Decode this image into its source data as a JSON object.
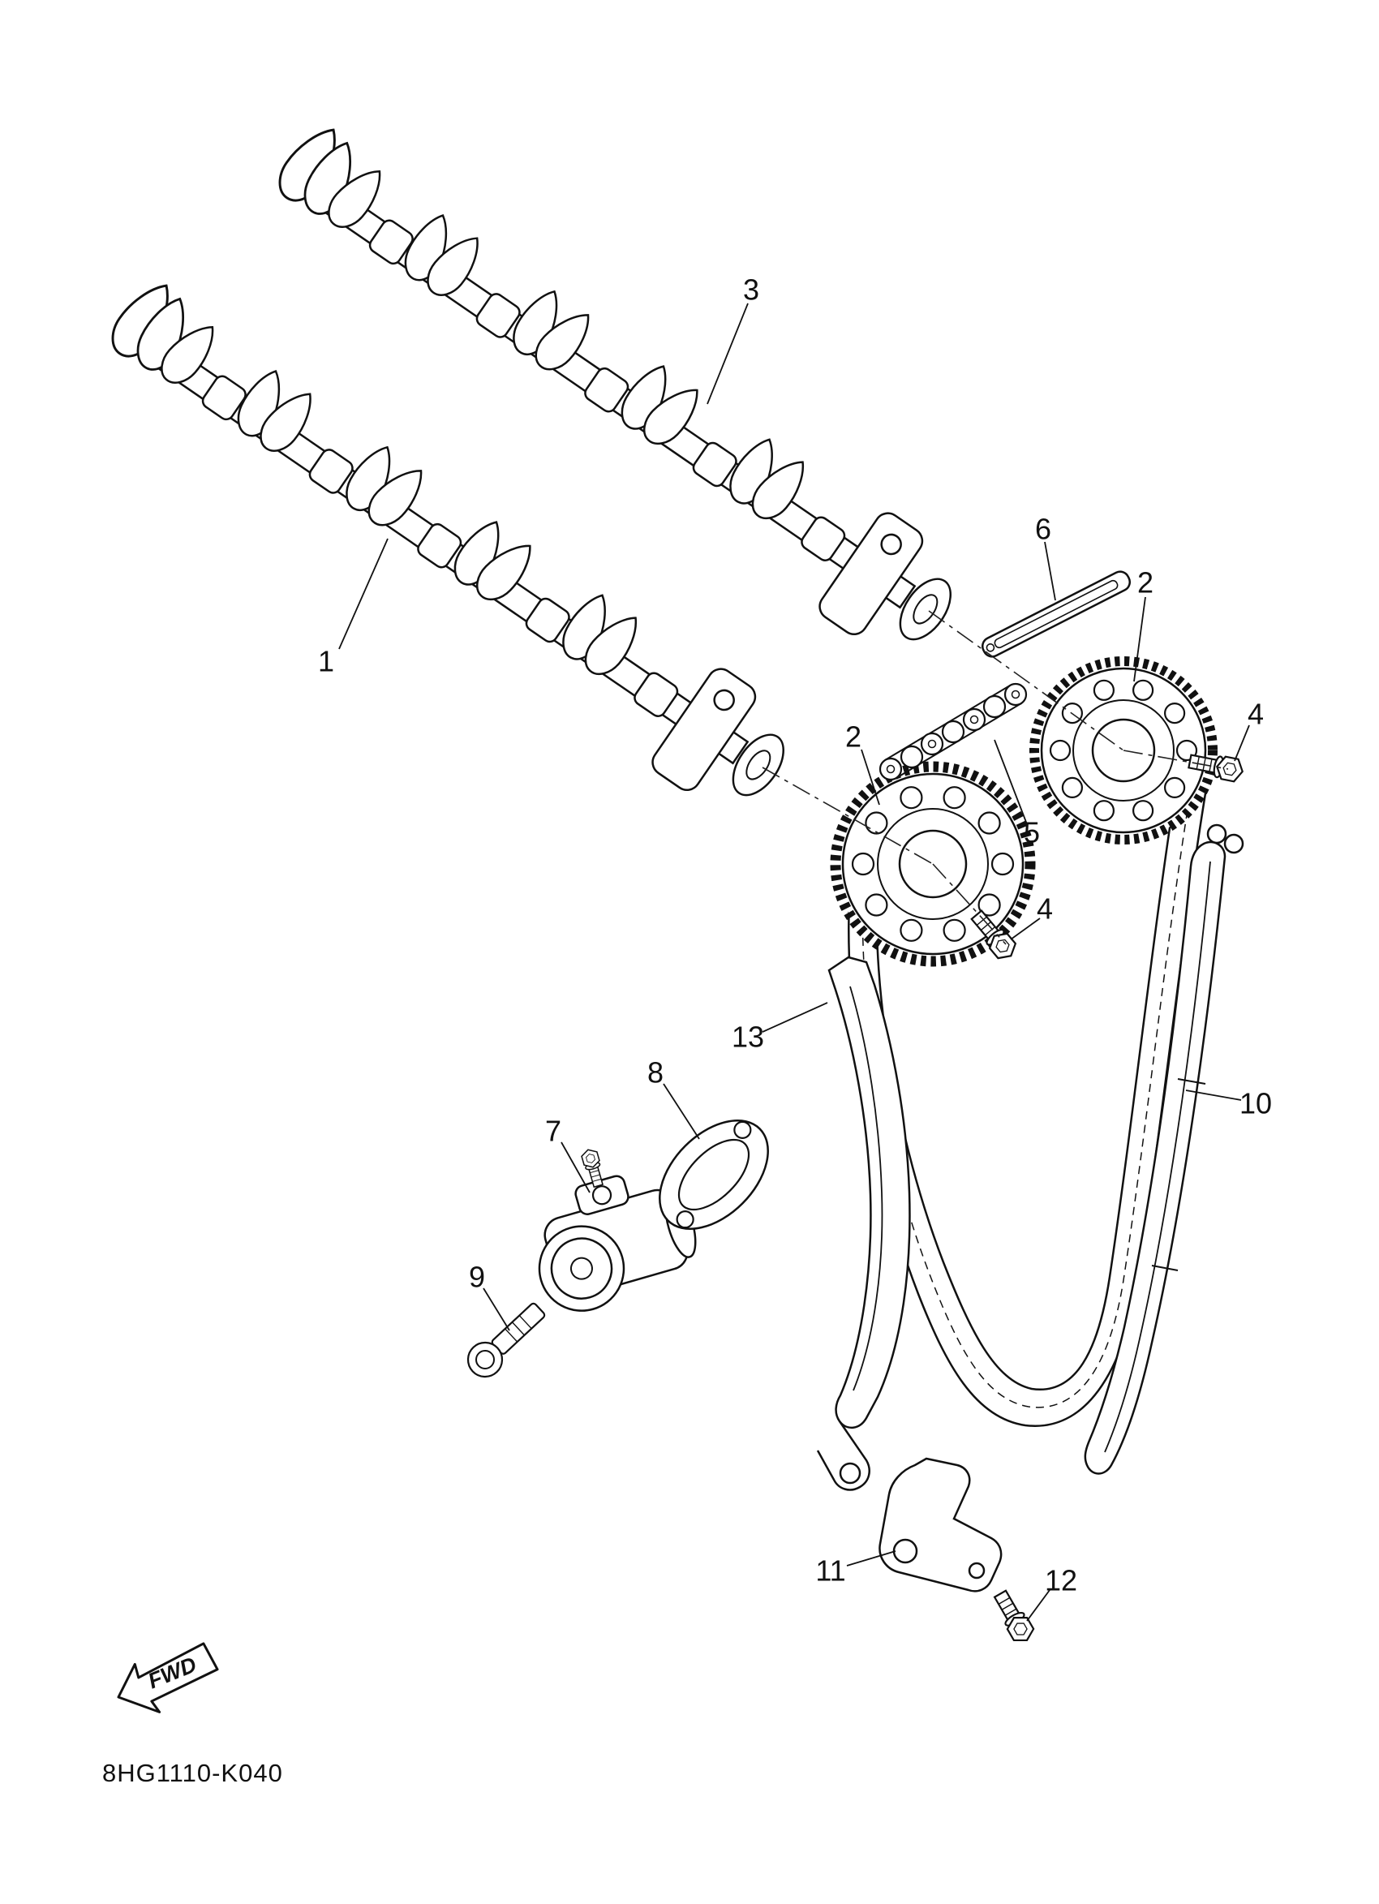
{
  "diagram": {
    "code": "8HG1110-K040",
    "fwd_label": "FWD",
    "background": "#ffffff",
    "line_color": "#111111",
    "callouts": [
      {
        "label": "1"
      },
      {
        "label": "2"
      },
      {
        "label": "2"
      },
      {
        "label": "3"
      },
      {
        "label": "4"
      },
      {
        "label": "4"
      },
      {
        "label": "5"
      },
      {
        "label": "6"
      },
      {
        "label": "7"
      },
      {
        "label": "8"
      },
      {
        "label": "9"
      },
      {
        "label": "10"
      },
      {
        "label": "11"
      },
      {
        "label": "12"
      },
      {
        "label": "13"
      }
    ]
  }
}
